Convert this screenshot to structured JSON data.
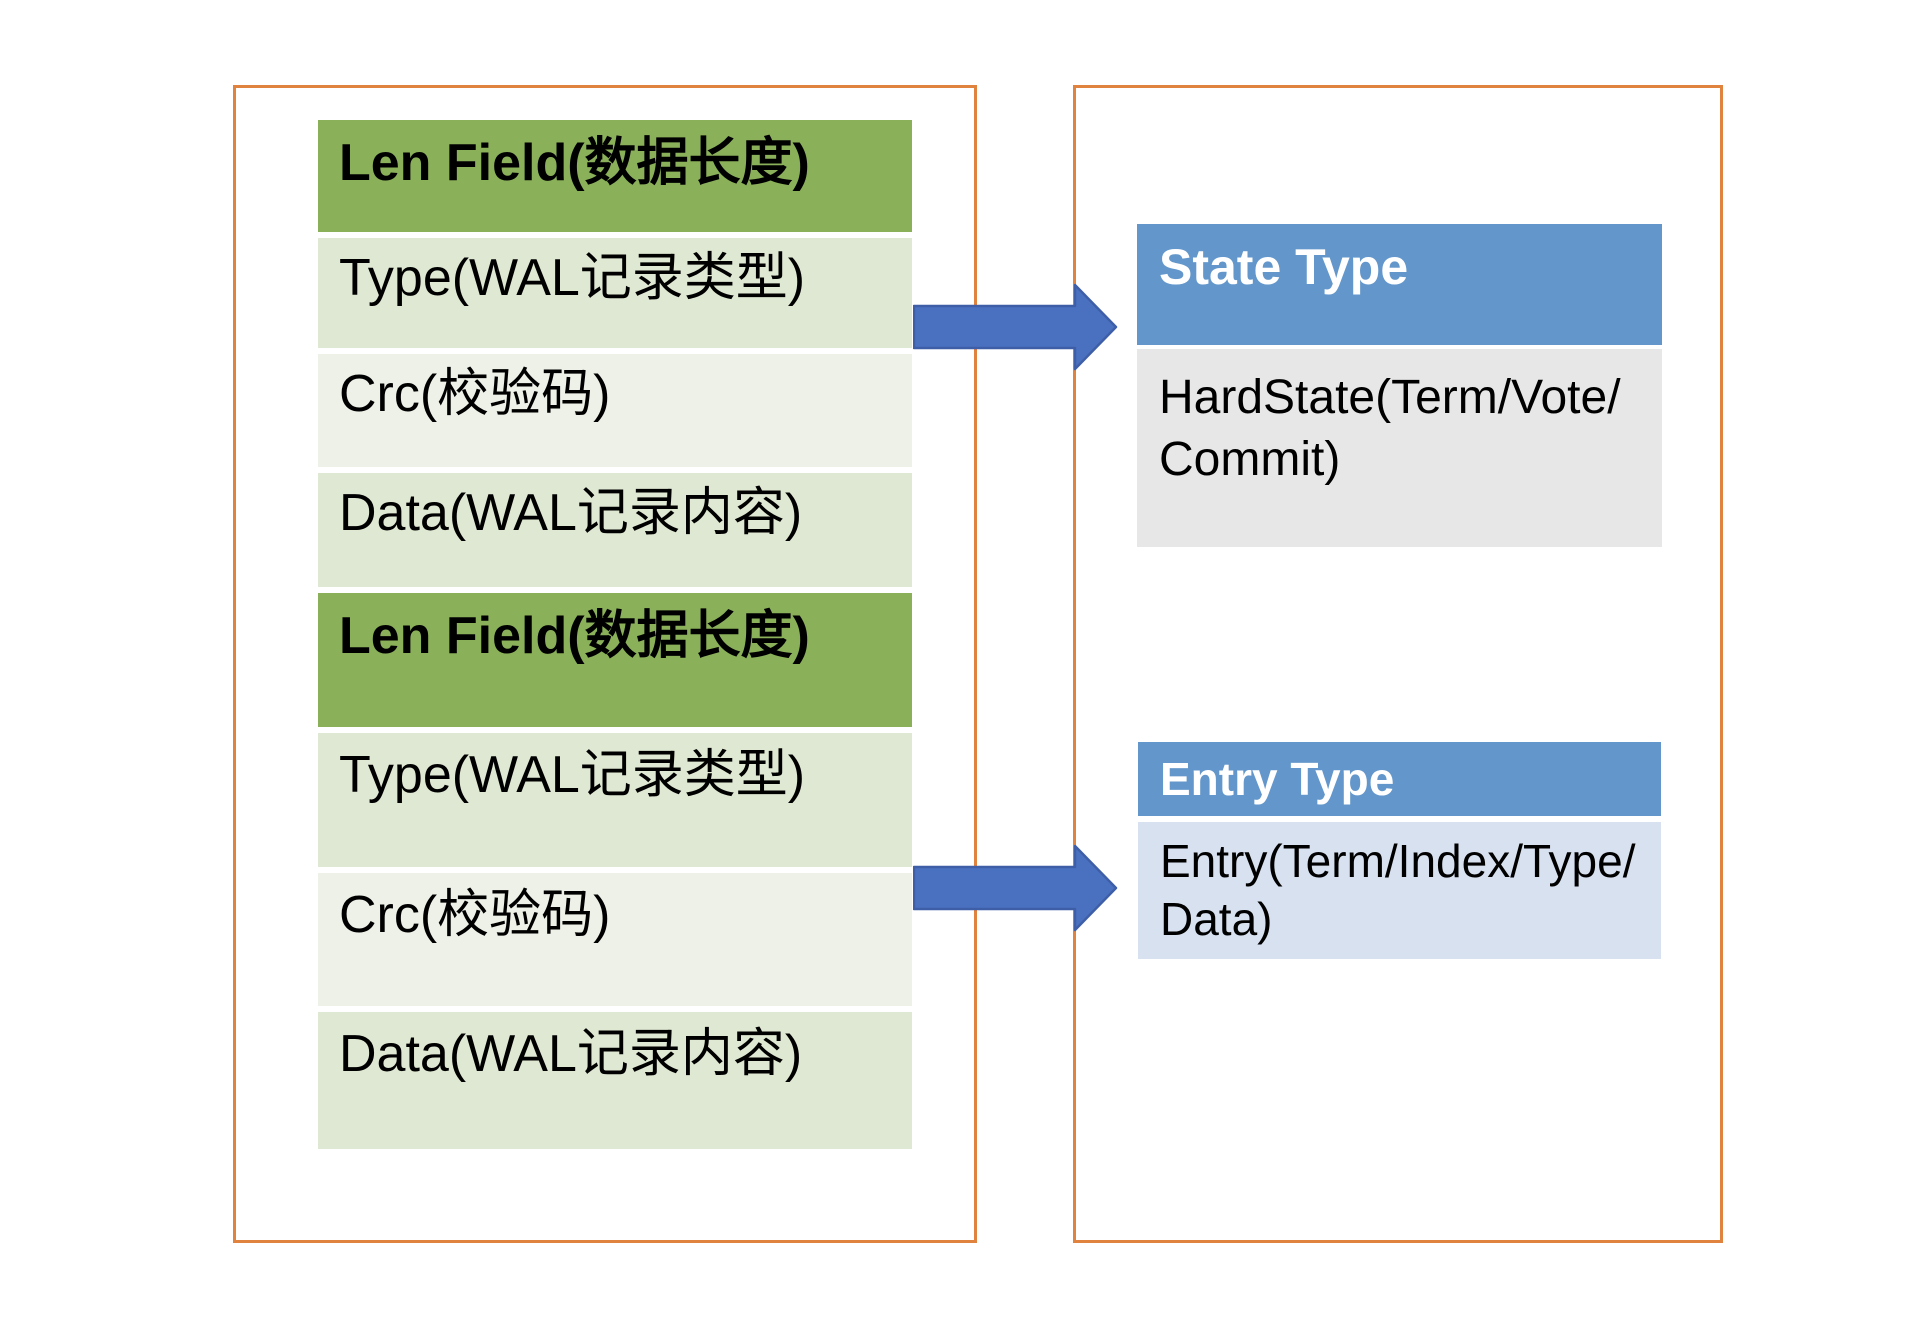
{
  "diagram": {
    "wal_table": {
      "rows": [
        {
          "label": "Len Field(数据长度)"
        },
        {
          "label": "Type(WAL记录类型)"
        },
        {
          "label": "Crc(校验码)"
        },
        {
          "label": "Data(WAL记录内容)"
        },
        {
          "label": "Len Field(数据长度)"
        },
        {
          "label": "Type(WAL记录类型)"
        },
        {
          "label": "Crc(校验码)"
        },
        {
          "label": "Data(WAL记录内容)"
        }
      ]
    },
    "state_table": {
      "header": "State Type",
      "body": "HardState(Term/Vote/Commit)"
    },
    "entry_table": {
      "header": "Entry Type",
      "body": "Entry(Term/Index/Type/Data)"
    },
    "colors": {
      "panel_border": "#E0833F",
      "len_header_green": "#8AB05A",
      "row_green_a": "#DFE8D2",
      "row_green_b": "#EDF1E7",
      "type_header_blue": "#6397CB",
      "state_body_gray": "#E8E7E7",
      "entry_body_blue": "#D8E1F0",
      "arrow_blue": "#4A71C0",
      "arrow_border": "#3E5FA8"
    }
  }
}
